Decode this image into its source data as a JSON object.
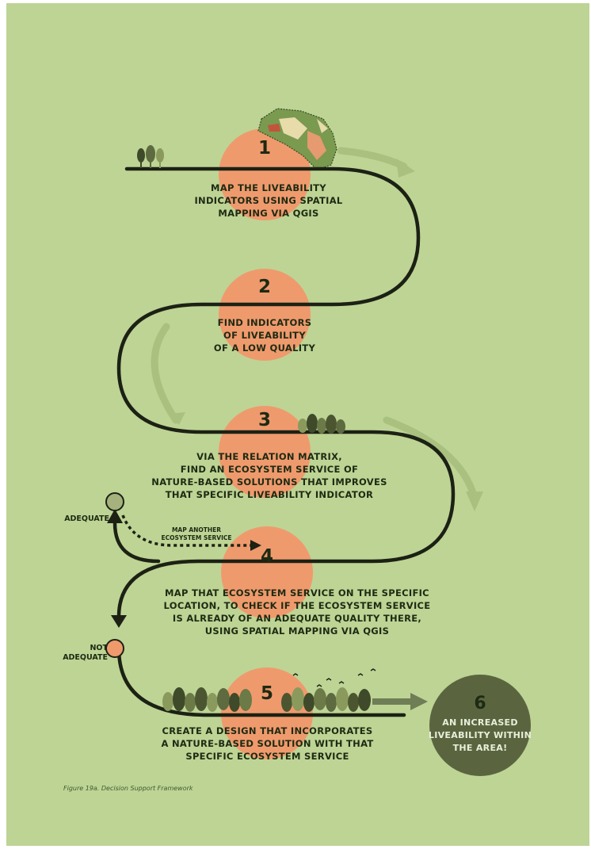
{
  "colors": {
    "background": "#bdd495",
    "circle": "#ef9a6d",
    "path": "#1c2114",
    "arrow_light": "#a6be7a",
    "final_circle": "#5a6540"
  },
  "steps": [
    {
      "number": "1",
      "text": "MAP THE LIVEABILITY\nINDICATORS USING SPATIAL\nMAPPING VIA QGIS"
    },
    {
      "number": "2",
      "text": "FIND INDICATORS\nOF LIVEABILITY\nOF A LOW QUALITY"
    },
    {
      "number": "3",
      "text": "VIA THE RELATION MATRIX,\nFIND AN ECOSYSTEM SERVICE OF\nNATURE-BASED SOLUTIONS THAT IMPROVES\nTHAT SPECIFIC LIVEABILITY INDICATOR"
    },
    {
      "number": "4",
      "text": "MAP THAT ECOSYSTEM SERVICE ON THE SPECIFIC\nLOCATION, TO CHECK IF THE ECOSYSTEM SERVICE\nIS ALREADY OF AN ADEQUATE QUALITY THERE,\nUSING SPATIAL MAPPING VIA QGIS"
    },
    {
      "number": "5",
      "text": "CREATE A DESIGN THAT INCORPORATES\nA NATURE-BASED SOLUTION WITH THAT\nSPECIFIC ECOSYSTEM SERVICE"
    }
  ],
  "branches": {
    "adequate": "ADEQUATE",
    "not_adequate": "NOT\nADEQUATE",
    "loop_label": "MAP ANOTHER\nECOSYSTEM SERVICE"
  },
  "outcome": {
    "number": "6",
    "text": "AN INCREASED\nLIVEABILITY WITHIN\nTHE AREA!"
  },
  "caption": "Figure 19a. Decision Support Framework"
}
